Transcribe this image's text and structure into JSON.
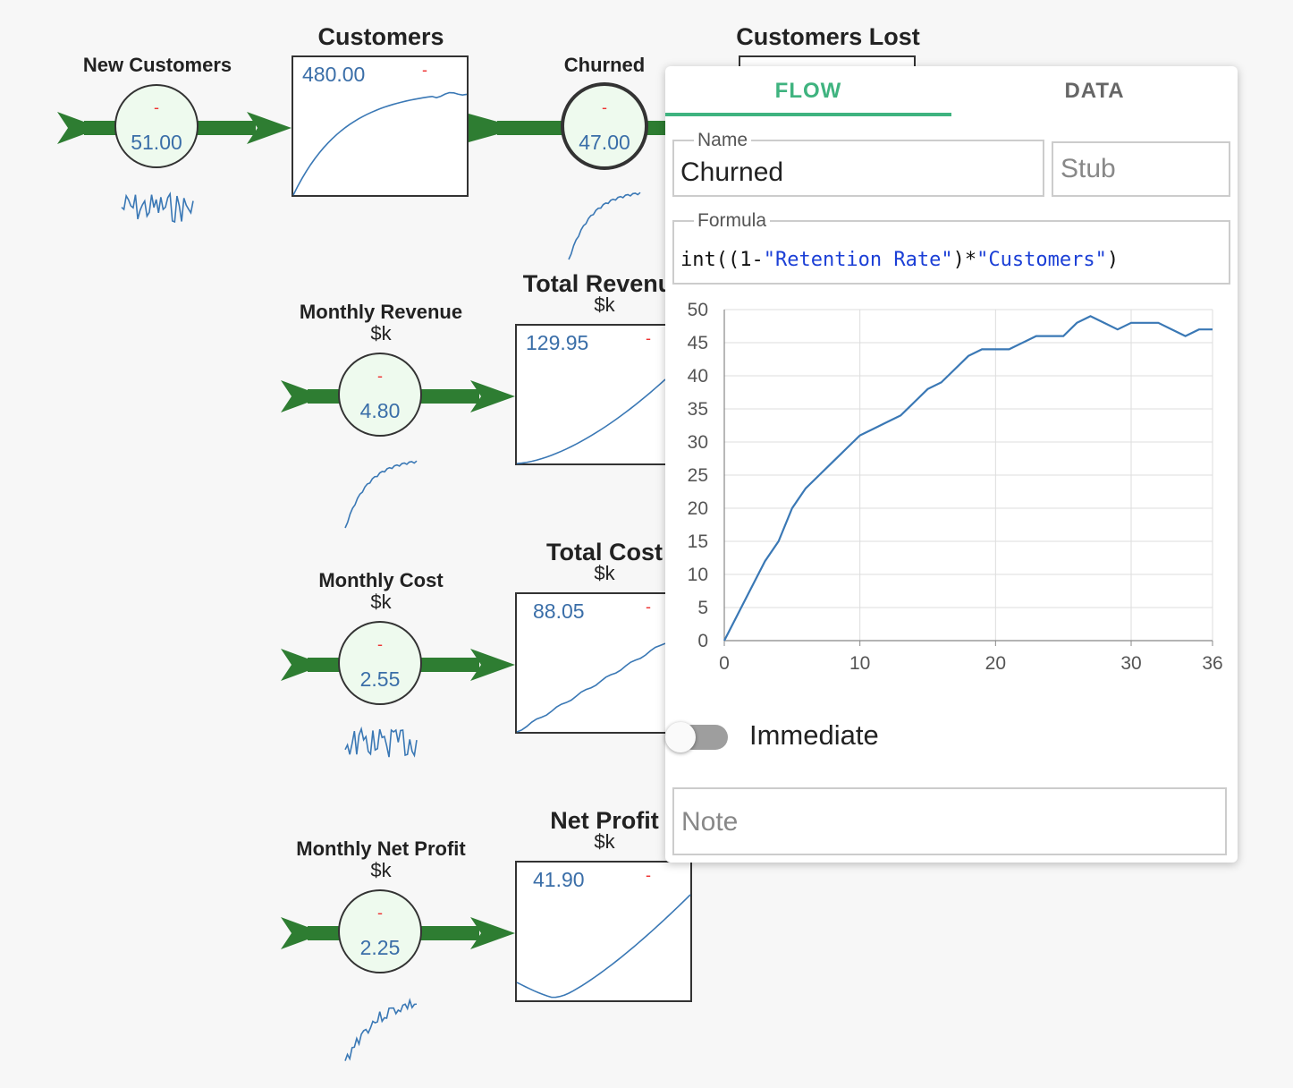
{
  "diagram": {
    "new_customers": {
      "title": "New Customers",
      "value": "51.00",
      "delta": "-"
    },
    "customers": {
      "title": "Customers",
      "value": "480.00",
      "delta": "-"
    },
    "churned": {
      "title": "Churned",
      "value": "47.00",
      "delta": "-"
    },
    "customers_lost": {
      "title": "Customers Lost"
    },
    "monthly_revenue": {
      "title": "Monthly Revenue",
      "unit": "$k",
      "value": "4.80",
      "delta": "-"
    },
    "total_revenue": {
      "title": "Total Revenue",
      "unit": "$k",
      "value": "129.95",
      "delta": "-"
    },
    "monthly_cost": {
      "title": "Monthly Cost",
      "unit": "$k",
      "value": "2.55",
      "delta": "-"
    },
    "total_cost": {
      "title": "Total Cost",
      "unit": "$k",
      "value": "88.05",
      "delta": "-"
    },
    "monthly_net_profit": {
      "title": "Monthly Net Profit",
      "unit": "$k",
      "value": "2.25",
      "delta": "-"
    },
    "net_profit": {
      "title": "Net Profit",
      "unit": "$k",
      "value": "41.90",
      "delta": "-"
    },
    "colors": {
      "flow_arrow": "#2e7d32",
      "spark": "#3a78b5",
      "value_text": "#3a6ea8",
      "delta": "#e33333"
    }
  },
  "panel": {
    "tabs": [
      {
        "label": "FLOW",
        "active": true
      },
      {
        "label": "DATA",
        "active": false
      }
    ],
    "name_label": "Name",
    "name_value": "Churned",
    "stub_placeholder": "Stub",
    "formula_label": "Formula",
    "formula": {
      "p1": "int((1-",
      "s1": "\"Retention Rate\"",
      "p2": ")*",
      "s2": "\"Customers\"",
      "p3": ")"
    },
    "toggle_label": "Immediate",
    "toggle_on": false,
    "note_placeholder": "Note",
    "accent": "#3fb37f"
  },
  "chart_data": {
    "type": "line",
    "title": "",
    "xlabel": "",
    "ylabel": "",
    "xlim": [
      0,
      36
    ],
    "ylim": [
      0,
      50
    ],
    "x_ticks": [
      0,
      10,
      20,
      30,
      36
    ],
    "y_ticks": [
      0,
      5,
      10,
      15,
      20,
      25,
      30,
      35,
      40,
      45,
      50
    ],
    "grid": true,
    "series": [
      {
        "x": [
          0,
          1,
          2,
          3,
          4,
          5,
          6,
          7,
          8,
          9,
          10,
          11,
          12,
          13,
          14,
          15,
          16,
          17,
          18,
          19,
          20,
          21,
          22,
          23,
          24,
          25,
          26,
          27,
          28,
          29,
          30,
          31,
          32,
          33,
          34,
          35,
          36
        ],
        "values": [
          0,
          4,
          8,
          12,
          15,
          20,
          23,
          25,
          27,
          29,
          31,
          32,
          33,
          34,
          36,
          38,
          39,
          41,
          43,
          44,
          44,
          44,
          45,
          46,
          46,
          46,
          48,
          49,
          48,
          47,
          48,
          48,
          48,
          47,
          46,
          47,
          47
        ],
        "color": "#3a78b5"
      }
    ]
  }
}
